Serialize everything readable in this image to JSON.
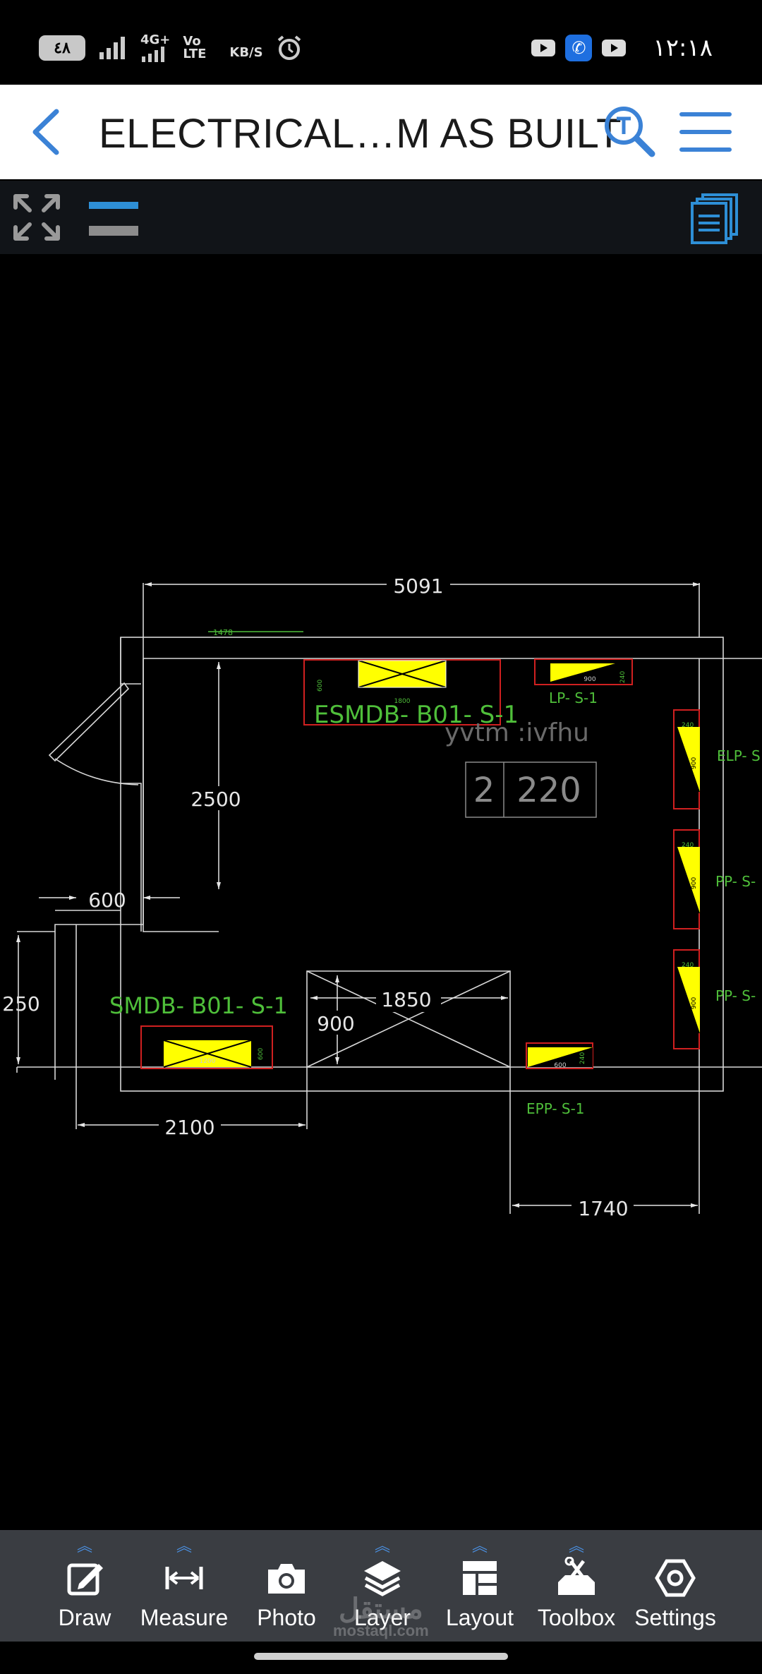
{
  "status_bar": {
    "battery": "٤٨",
    "network": "4G+",
    "volte": "Vo LTE",
    "speed": "KB/S",
    "time": "١٢:١٨",
    "icons": [
      "signal-icon",
      "alarm-icon",
      "youtube-icon",
      "call-icon"
    ]
  },
  "header": {
    "title": "ELECTRICAL…M AS BUILT",
    "search_icon": "search-icon",
    "menu_icon": "hamburger-menu-icon",
    "accent_color": "#3b82d6"
  },
  "sub_toolbar": {
    "icons": [
      "expand-icon",
      "layer-bars-icon",
      "pages-icon"
    ]
  },
  "drawing": {
    "dimensions": {
      "top_width": "5091",
      "small_top": "1478",
      "height_left": "2500",
      "door_offset": "600",
      "left_height": "250",
      "bottom_left": "2100",
      "middle_box_w": "1850",
      "middle_box_h": "900",
      "bottom_right": "1740"
    },
    "panels": {
      "esmdb": "ESMDB- B01- S-1",
      "esmdb_w": "1800",
      "esmdb_h": "600",
      "lp": "LP- S-1",
      "lp_w": "900",
      "lp_h": "240",
      "elp": "ELP- S",
      "pp1": "PP- S-",
      "pp2": "PP- S-",
      "pp_w": "900",
      "pp_h": "240",
      "smdb": "SMDB- B01- S-1",
      "smdb_w": "1200",
      "smdb_h": "600",
      "epp": "EPP- S-1",
      "epp_w": "600",
      "epp_h": "240"
    },
    "room_label": "yvtm :ivfhu",
    "room_number": "2",
    "room_area": "220",
    "colors": {
      "lines": "#d8d8d8",
      "panel_outline": "#d02020",
      "panel_fill": "#ffff00",
      "label_green": "#4fbf3a"
    }
  },
  "bottom_toolbar": {
    "items": [
      {
        "label": "Draw",
        "icon": "edit-icon",
        "has_submenu": true
      },
      {
        "label": "Measure",
        "icon": "measure-icon",
        "has_submenu": true
      },
      {
        "label": "Photo",
        "icon": "camera-icon",
        "has_submenu": false
      },
      {
        "label": "Layer",
        "icon": "layers-icon",
        "has_submenu": true
      },
      {
        "label": "Layout",
        "icon": "layout-icon",
        "has_submenu": true
      },
      {
        "label": "Toolbox",
        "icon": "toolbox-icon",
        "has_submenu": true
      },
      {
        "label": "Settings",
        "icon": "settings-icon",
        "has_submenu": false
      }
    ]
  },
  "watermark": {
    "arabic": "مستقل",
    "site": "mostaql.com"
  }
}
